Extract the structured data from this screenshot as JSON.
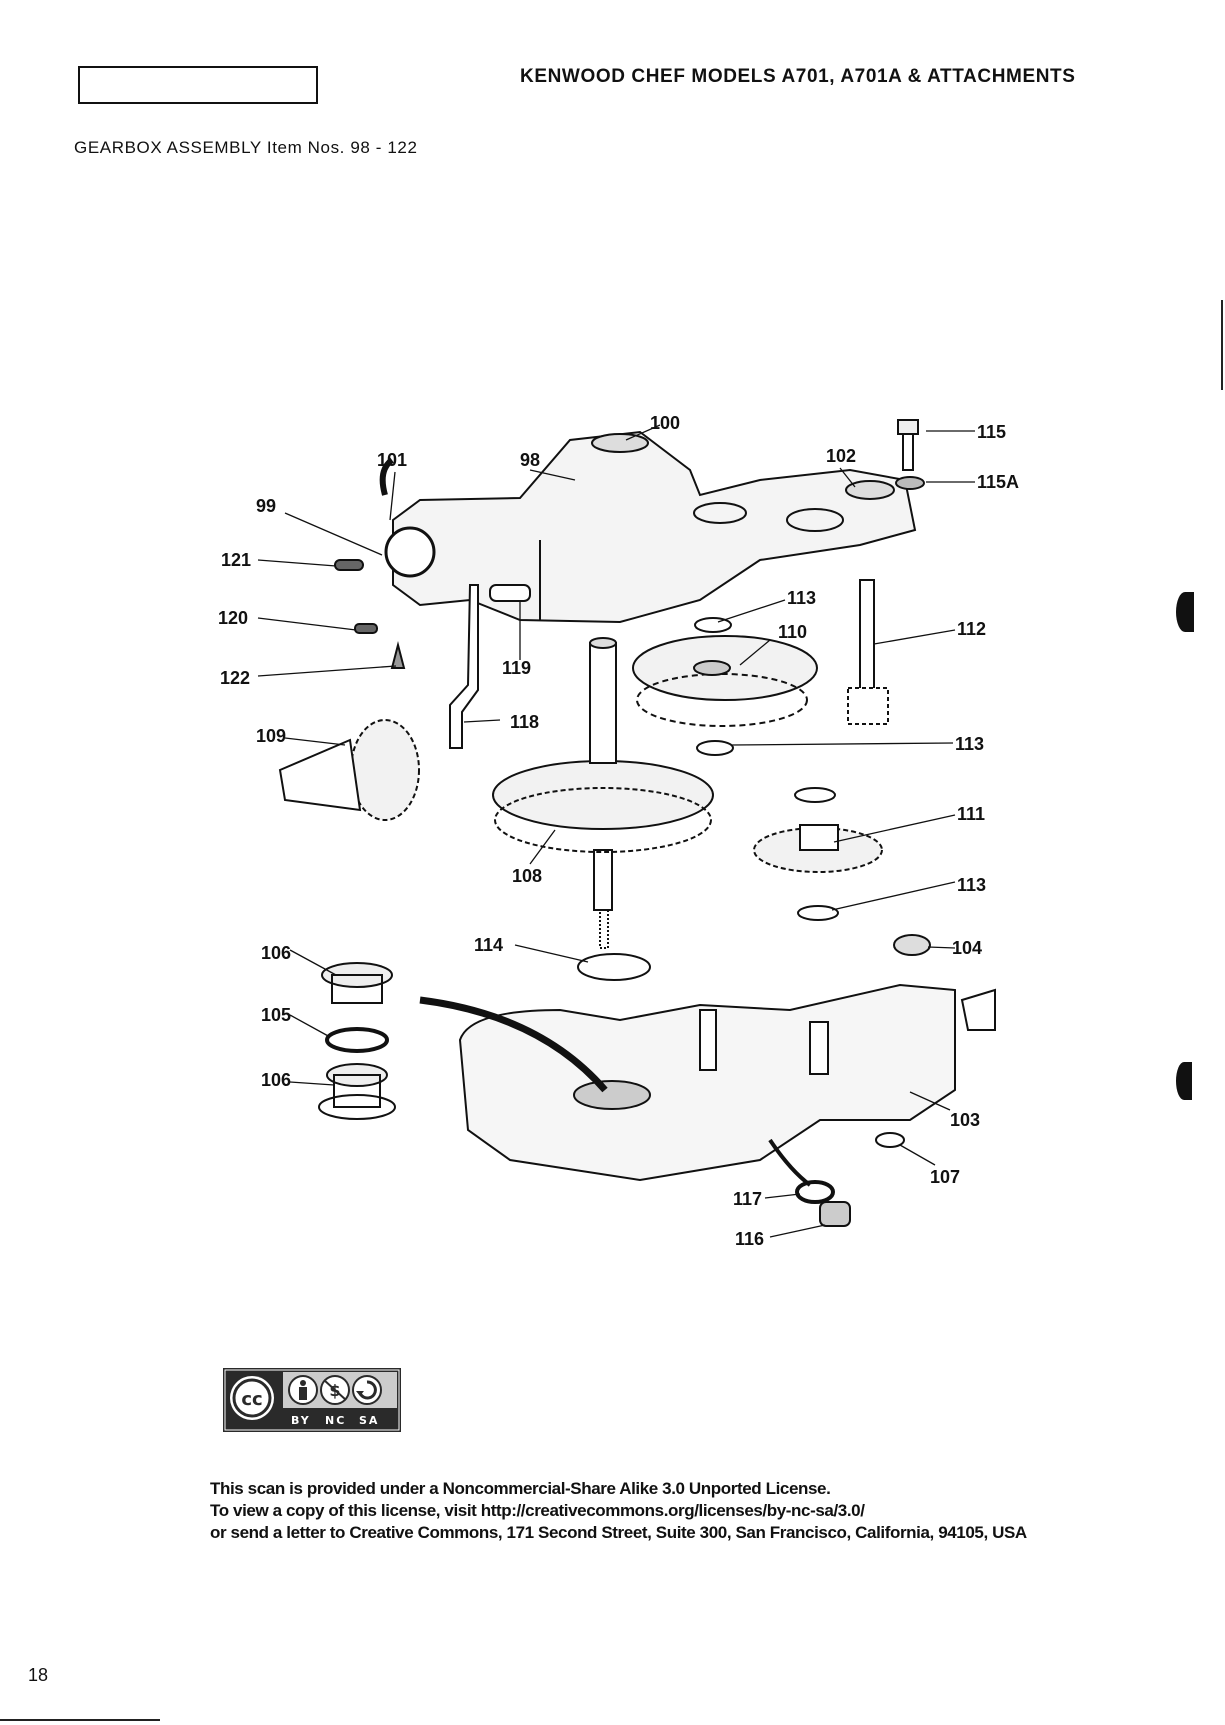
{
  "header": {
    "title": "KENWOOD CHEF MODELS A701, A701A & ATTACHMENTS"
  },
  "section": {
    "heading": "GEARBOX ASSEMBLY Item Nos. 98 - 122"
  },
  "diagram": {
    "callouts": [
      {
        "id": "c100",
        "label": "100"
      },
      {
        "id": "c115",
        "label": "115"
      },
      {
        "id": "c101",
        "label": "101"
      },
      {
        "id": "c98",
        "label": "98"
      },
      {
        "id": "c102",
        "label": "102"
      },
      {
        "id": "c115a",
        "label": "115A"
      },
      {
        "id": "c99",
        "label": "99"
      },
      {
        "id": "c121",
        "label": "121"
      },
      {
        "id": "c113a",
        "label": "113"
      },
      {
        "id": "c120",
        "label": "120"
      },
      {
        "id": "c110",
        "label": "110"
      },
      {
        "id": "c112",
        "label": "112"
      },
      {
        "id": "c122",
        "label": "122"
      },
      {
        "id": "c119",
        "label": "119"
      },
      {
        "id": "c118",
        "label": "118"
      },
      {
        "id": "c109",
        "label": "109"
      },
      {
        "id": "c113b",
        "label": "113"
      },
      {
        "id": "c111",
        "label": "111"
      },
      {
        "id": "c108",
        "label": "108"
      },
      {
        "id": "c113c",
        "label": "113"
      },
      {
        "id": "c106a",
        "label": "106"
      },
      {
        "id": "c114",
        "label": "114"
      },
      {
        "id": "c104",
        "label": "104"
      },
      {
        "id": "c105",
        "label": "105"
      },
      {
        "id": "c106b",
        "label": "106"
      },
      {
        "id": "c103",
        "label": "103"
      },
      {
        "id": "c107",
        "label": "107"
      },
      {
        "id": "c117",
        "label": "117"
      },
      {
        "id": "c116",
        "label": "116"
      }
    ]
  },
  "license_badge": {
    "symbols": [
      "cc",
      "BY",
      "NC",
      "SA"
    ],
    "colors": {
      "badge_bg": "#2a2a2a",
      "badge_fg": "#ffffff"
    }
  },
  "license": {
    "line1": "This scan is provided under a Noncommercial-Share Alike 3.0 Unported License.",
    "line2": "To view a copy of this license, visit http://creativecommons.org/licenses/by-nc-sa/3.0/",
    "line3": "or send a letter to Creative Commons, 171 Second Street, Suite 300, San Francisco, California, 94105, USA"
  },
  "footer": {
    "page_number": "18"
  }
}
